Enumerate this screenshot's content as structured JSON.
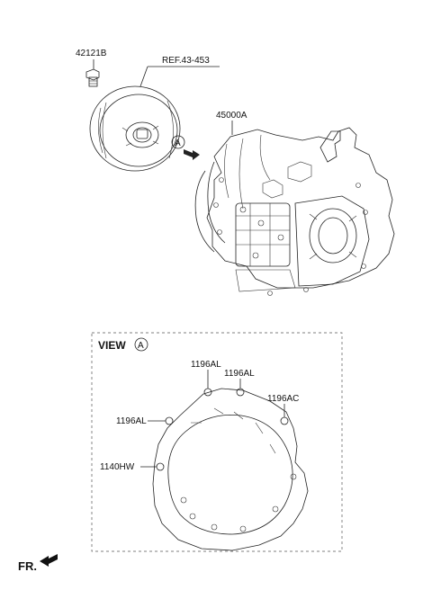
{
  "parts": {
    "bolt_42121b": "42121B",
    "ref_torque_converter": "REF.43-453",
    "transaxle_assy": "45000A"
  },
  "view": {
    "title": "VIEW",
    "marker": "A",
    "labels": {
      "top_left": "1196AL",
      "top_right": "1196AL",
      "right": "1196AC",
      "left": "1196AL",
      "lower_left": "1140HW"
    }
  },
  "direction": {
    "front": "FR."
  }
}
